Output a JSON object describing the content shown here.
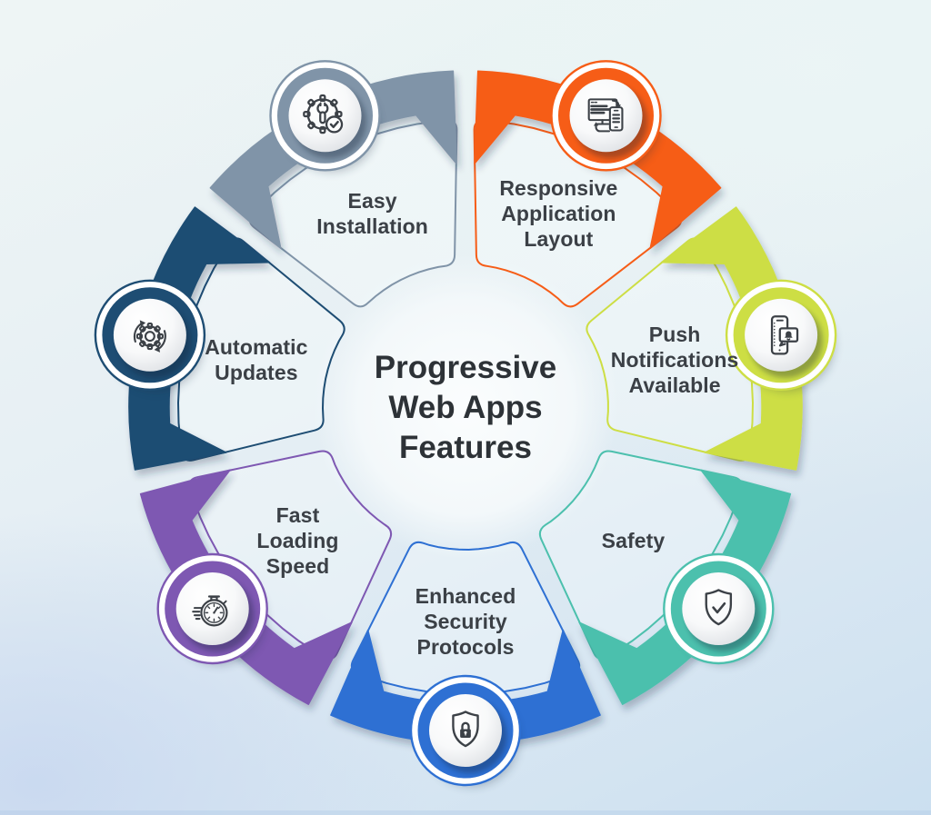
{
  "title": {
    "text": "Progressive\nWeb Apps\nFeatures",
    "color": "#2d3237"
  },
  "background": {
    "gradient_from": "#eef5f5",
    "gradient_to": "#cbdff0"
  },
  "wheel": {
    "first_segment_angle_deg": 115.714,
    "direction": "clockwise",
    "segment_count": 7,
    "segments": [
      {
        "name": "easy-installation",
        "label": "Easy\nInstallation",
        "color": "#8094a8",
        "icon": "gear-wrench-check-icon"
      },
      {
        "name": "responsive-application-layout",
        "label": "Responsive\nApplication\nLayout",
        "color": "#f65d17",
        "icon": "responsive-devices-icon"
      },
      {
        "name": "push-notifications-available",
        "label": "Push\nNotifications\nAvailable",
        "color": "#cdde44",
        "icon": "phone-notification-icon"
      },
      {
        "name": "safety",
        "label": "Safety",
        "color": "#4cc0ad",
        "icon": "shield-check-icon"
      },
      {
        "name": "enhanced-security-protocols",
        "label": "Enhanced\nSecurity\nProtocols",
        "color": "#2e70d3",
        "icon": "shield-lock-icon"
      },
      {
        "name": "fast-loading-speed",
        "label": "Fast\nLoading\nSpeed",
        "color": "#7e58b2",
        "icon": "stopwatch-icon"
      },
      {
        "name": "automatic-updates",
        "label": "Automatic\nUpdates",
        "color": "#1e4d73",
        "icon": "gear-sync-icon"
      }
    ]
  }
}
